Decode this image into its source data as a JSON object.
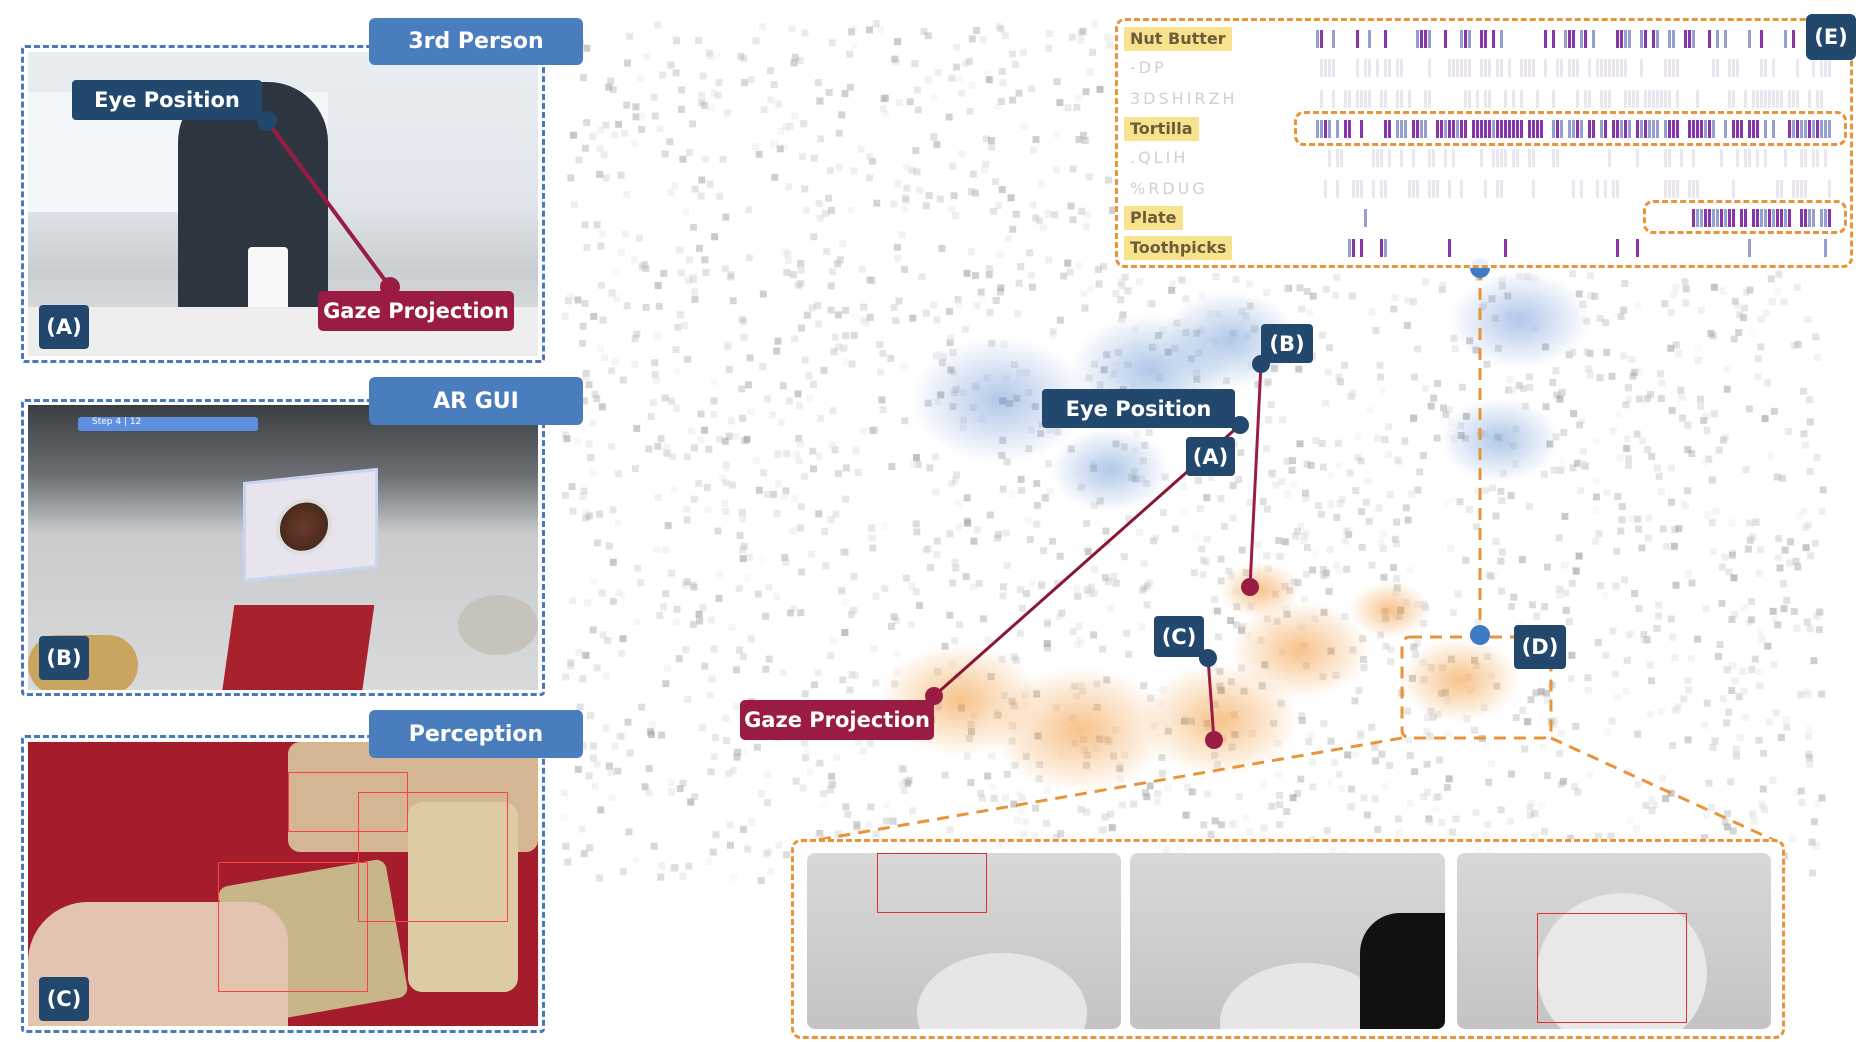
{
  "panels": {
    "third_person": {
      "title": "3rd Person",
      "badge": "(A)",
      "eye_label": "Eye Position",
      "gaze_label": "Gaze Projection"
    },
    "ar_gui": {
      "title": "AR GUI",
      "badge": "(B)",
      "step_text": "Step 4 | 12"
    },
    "perception": {
      "title": "Perception",
      "badge": "(C)"
    }
  },
  "scene": {
    "eye_label": "Eye Position",
    "gaze_label": "Gaze Projection",
    "markers": [
      "(A)",
      "(B)",
      "(C)",
      "(D)"
    ]
  },
  "timeline": {
    "badge": "(E)",
    "rows": [
      {
        "label": "Nut  Butter",
        "highlight": true
      },
      {
        "label": "-DP",
        "highlight": false
      },
      {
        "label": "3DSHIRZH",
        "highlight": false
      },
      {
        "label": "Tortilla",
        "highlight": true
      },
      {
        "label": ".QLIH",
        "highlight": false
      },
      {
        "label": "%RDUG",
        "highlight": false
      },
      {
        "label": "Plate",
        "highlight": true
      },
      {
        "label": "Toothpicks",
        "highlight": true
      }
    ]
  },
  "colors": {
    "blue": "#4a7dbd",
    "navy": "#22486e",
    "gaze_red": "#9b1c42",
    "orange": "#e8943a",
    "purple": "#7a1fa0",
    "highlight": "#f7e28e"
  }
}
